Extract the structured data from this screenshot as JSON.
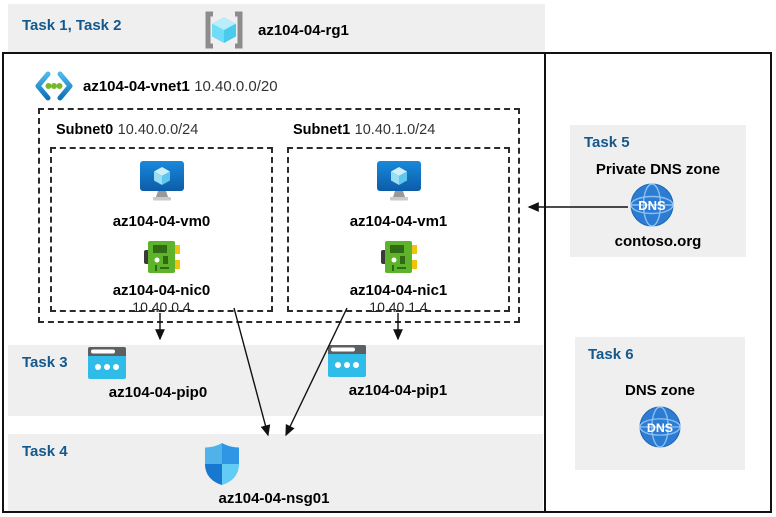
{
  "header": {
    "tasks_label": "Task 1, Task 2",
    "resource_group": "az104-04-rg1"
  },
  "vnet": {
    "name": "az104-04-vnet1",
    "cidr": "10.40.0.0/20"
  },
  "subnets": [
    {
      "name": "Subnet0",
      "cidr": "10.40.0.0/24",
      "vm": "az104-04-vm0",
      "nic": "az104-04-nic0",
      "ip": "10.40.0.4"
    },
    {
      "name": "Subnet1",
      "cidr": "10.40.1.0/24",
      "vm": "az104-04-vm1",
      "nic": "az104-04-nic1",
      "ip": "10.40.1.4"
    }
  ],
  "task3": {
    "label": "Task 3",
    "pips": [
      "az104-04-pip0",
      "az104-04-pip1"
    ]
  },
  "task4": {
    "label": "Task 4",
    "nsg": "az104-04-nsg01"
  },
  "task5": {
    "label": "Task 5",
    "title": "Private DNS zone",
    "zone": "contoso.org",
    "dns_icon_text": "DNS"
  },
  "task6": {
    "label": "Task 6",
    "title": "DNS zone",
    "dns_icon_text": "DNS"
  },
  "colors": {
    "task_label": "#15588c",
    "band_bg": "#efefef",
    "vm_blue": "#1180d8",
    "nic_green": "#5db32a",
    "pip_cyan": "#30bce9",
    "dns_blue": "#2c7cd4"
  }
}
